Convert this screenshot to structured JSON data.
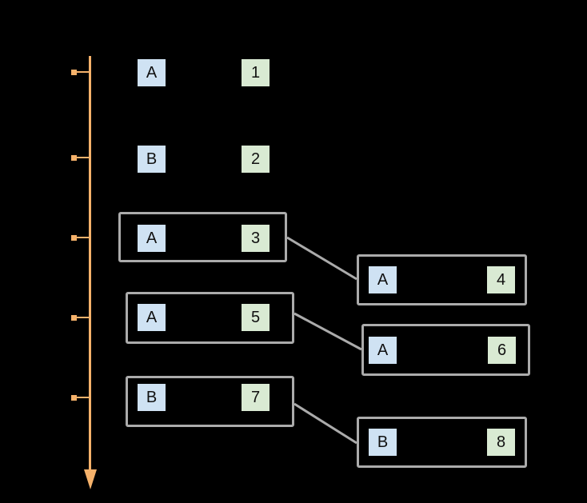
{
  "diagram": {
    "background": "#000000",
    "timeline": {
      "direction": "down",
      "color": "#f6b26b",
      "tick_count": 5
    },
    "palette": {
      "key_box_fill": "#cfe2f3",
      "value_box_fill": "#d9ead3",
      "group_border": "#ababab",
      "connector": "#ababab",
      "text": "#111111"
    },
    "rows": [
      {
        "left": {
          "key": "A",
          "value": "1"
        },
        "grouped": false
      },
      {
        "left": {
          "key": "B",
          "value": "2"
        },
        "grouped": false
      },
      {
        "left": {
          "key": "A",
          "value": "3"
        },
        "grouped": true,
        "right": {
          "key": "A",
          "value": "4"
        }
      },
      {
        "left": {
          "key": "A",
          "value": "5"
        },
        "grouped": true,
        "right": {
          "key": "A",
          "value": "6"
        }
      },
      {
        "left": {
          "key": "B",
          "value": "7"
        },
        "grouped": true,
        "right": {
          "key": "B",
          "value": "8"
        }
      }
    ]
  }
}
